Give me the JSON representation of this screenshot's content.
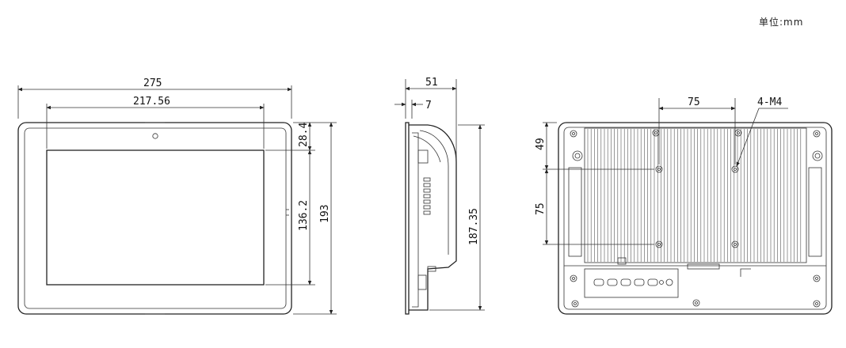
{
  "unit_label": "单位:mm",
  "front_view": {
    "width": "275",
    "screen_width": "217.56",
    "top_offset": "28.4",
    "screen_height": "136.2",
    "height": "193"
  },
  "side_view": {
    "depth": "51",
    "bezel": "7",
    "height": "187.35"
  },
  "back_view": {
    "hole_spacing_h": "75",
    "mount_holes": "4-M4",
    "top_offset": "49",
    "hole_spacing_v": "75"
  }
}
